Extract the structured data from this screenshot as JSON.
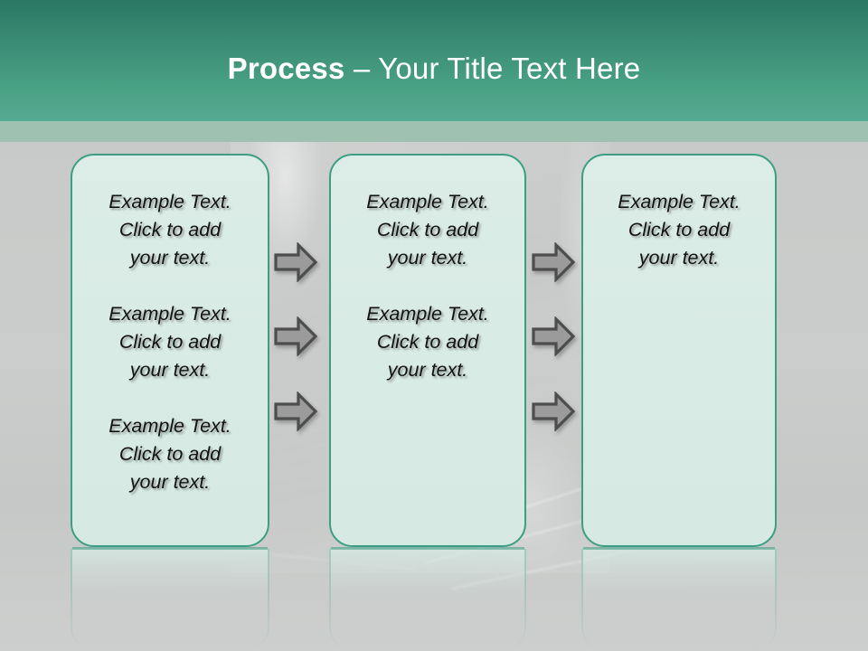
{
  "header": {
    "title_bold": "Process",
    "title_rest": " – Your Title Text Here",
    "gradient_top": "#2b7864",
    "gradient_bottom": "#55ab91",
    "band_color": "#9ec1b2"
  },
  "theme": {
    "box_border": "#3d9e83",
    "box_fill": "#d9ece5",
    "background": "#c9cbca",
    "text_color": "#121212",
    "arrow_fill": "#9b9b9b",
    "arrow_stroke": "#4d4d4d"
  },
  "boxes": [
    {
      "name": "stage-1",
      "paragraphs": [
        "Example Text.\nClick  to add\nyour text.",
        "Example Text.\nClick  to add\nyour text.",
        "Example Text.\nClick  to add\nyour text."
      ]
    },
    {
      "name": "stage-2",
      "paragraphs": [
        "Example Text.\nClick  to add\nyour text.",
        "Example Text.\nClick  to add\nyour text."
      ]
    },
    {
      "name": "stage-3",
      "paragraphs": [
        "Example Text.\nClick  to add\nyour text."
      ]
    }
  ],
  "connectors": [
    {
      "group": "gap-1",
      "count": 3,
      "direction": "right"
    },
    {
      "group": "gap-2",
      "count": 3,
      "direction": "right"
    }
  ]
}
